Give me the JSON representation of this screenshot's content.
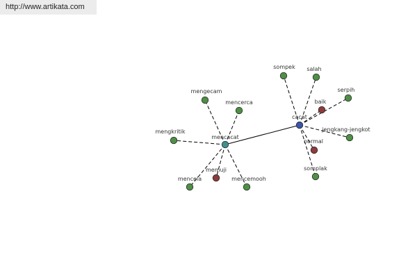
{
  "header": {
    "url": "http://www.artikata.com"
  },
  "colors": {
    "edge": "#000000",
    "node_stroke": "#1a1a1a",
    "hub_center": "#3f8f8f",
    "hub_query": "#3b55a8",
    "synonym": "#4f8f46",
    "antonym": "#8f3b3b"
  },
  "graph": {
    "nodes": [
      {
        "id": "mencacat",
        "label": "mencacat",
        "kind": "hub_center"
      },
      {
        "id": "cacat",
        "label": "cacat",
        "kind": "hub_query"
      },
      {
        "id": "mengecam",
        "label": "mengecam",
        "kind": "synonym"
      },
      {
        "id": "mencerca",
        "label": "mencerca",
        "kind": "synonym"
      },
      {
        "id": "mengkritik",
        "label": "mengkritik",
        "kind": "synonym"
      },
      {
        "id": "memuji",
        "label": "memuji",
        "kind": "antonym"
      },
      {
        "id": "mencela",
        "label": "mencela",
        "kind": "synonym"
      },
      {
        "id": "mencemooh",
        "label": "mencemooh",
        "kind": "synonym"
      },
      {
        "id": "sompek",
        "label": "sompek",
        "kind": "synonym"
      },
      {
        "id": "salah",
        "label": "salah",
        "kind": "synonym"
      },
      {
        "id": "serpih",
        "label": "serpih",
        "kind": "synonym"
      },
      {
        "id": "baik",
        "label": "baik",
        "kind": "antonym"
      },
      {
        "id": "jengkang-jengkot",
        "label": "jengkang-jengkot",
        "kind": "synonym"
      },
      {
        "id": "normal",
        "label": "normal",
        "kind": "antonym"
      },
      {
        "id": "somplak",
        "label": "somplak",
        "kind": "synonym"
      }
    ],
    "edges": [
      {
        "from": "mencacat",
        "to": "cacat",
        "style": "solid"
      },
      {
        "from": "mencacat",
        "to": "mengecam",
        "style": "dashed"
      },
      {
        "from": "mencacat",
        "to": "mencerca",
        "style": "dashed"
      },
      {
        "from": "mencacat",
        "to": "mengkritik",
        "style": "dashed"
      },
      {
        "from": "mencacat",
        "to": "memuji",
        "style": "dashed"
      },
      {
        "from": "mencacat",
        "to": "mencela",
        "style": "dashed"
      },
      {
        "from": "mencacat",
        "to": "mencemooh",
        "style": "dashed"
      },
      {
        "from": "cacat",
        "to": "sompek",
        "style": "dashed"
      },
      {
        "from": "cacat",
        "to": "salah",
        "style": "dashed"
      },
      {
        "from": "cacat",
        "to": "serpih",
        "style": "dashed"
      },
      {
        "from": "cacat",
        "to": "baik",
        "style": "dashed"
      },
      {
        "from": "cacat",
        "to": "jengkang-jengkot",
        "style": "dashed"
      },
      {
        "from": "cacat",
        "to": "normal",
        "style": "dashed"
      },
      {
        "from": "cacat",
        "to": "somplak",
        "style": "dashed"
      }
    ]
  }
}
